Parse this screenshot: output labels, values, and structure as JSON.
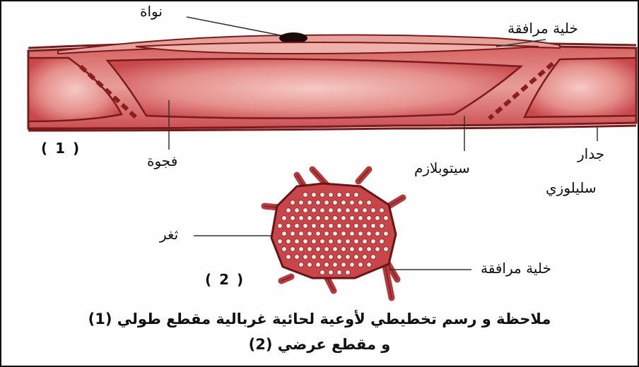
{
  "labels": {
    "nucleus": "نواة",
    "companion_cell_top": "خلية مرافقة",
    "vacuole": "فجوة",
    "cytoplasm": "سيتوبلازم",
    "cellulose_wall_line1": "جدار",
    "cellulose_wall_line2": "سليلوزي",
    "pore": "ثغر",
    "companion_cell_bottom": "خلية مرافقة"
  },
  "figure_numbers": {
    "fig1": "( 1 )",
    "fig2": "( 2 )"
  },
  "caption": {
    "line1": "ملاحظة و رسم تخطيطي لأوعية لحائية غربالية مقطع طولي (1)",
    "line2": "و مقطع عرضي (2)"
  },
  "colors": {
    "tissue": "#c9494c",
    "tissue_light": "#e79a96",
    "outline": "#7a1a1a",
    "nucleus": "#1a0a0a"
  }
}
